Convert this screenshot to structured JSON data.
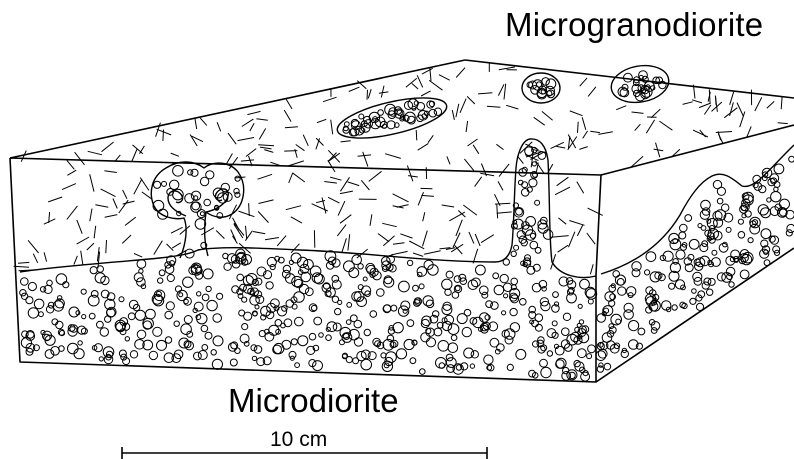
{
  "labels": {
    "upper_rock": "Microgranodiorite",
    "lower_rock": "Microdiorite",
    "scale": "10 cm"
  },
  "colors": {
    "ink": "#000000",
    "background": "#ffffff"
  }
}
